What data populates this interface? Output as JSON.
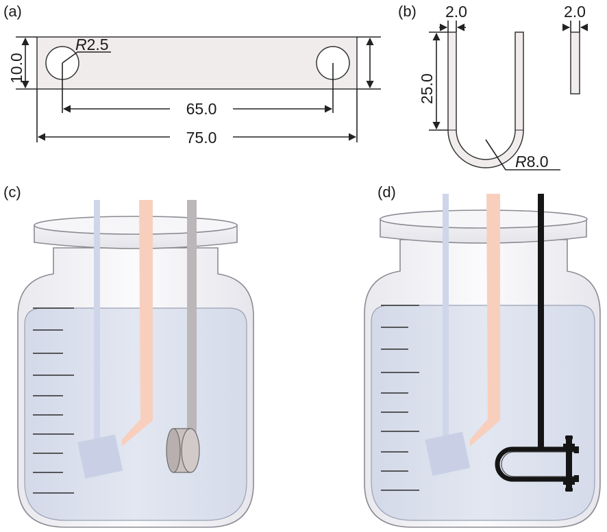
{
  "panels": {
    "a": {
      "label": "(a)",
      "radius_prefix": "R",
      "radius_value": "2.5",
      "height": "10.0",
      "hole_spacing": "65.0",
      "length": "75.0"
    },
    "b": {
      "label": "(b)",
      "wall_thickness": "2.0",
      "side_thickness": "2.0",
      "leg_height": "25.0",
      "radius_prefix": "R",
      "radius_value": "8.0"
    },
    "c": {
      "label": "(c)"
    },
    "d": {
      "label": "(d)"
    }
  },
  "colors": {
    "plate_fill": "#f1ecec",
    "solution": "#dde3ef",
    "jar_glass": "#f8f8fb",
    "tube_blue": "#cfd6ea",
    "tube_salmon": "#f8cfbd",
    "rod_gray": "#bbb6b8",
    "holder_black": "#151515"
  },
  "icons": [
    "u-shape-specimen-holder-icon",
    "disc-specimen-icon",
    "square-specimen-icon"
  ]
}
